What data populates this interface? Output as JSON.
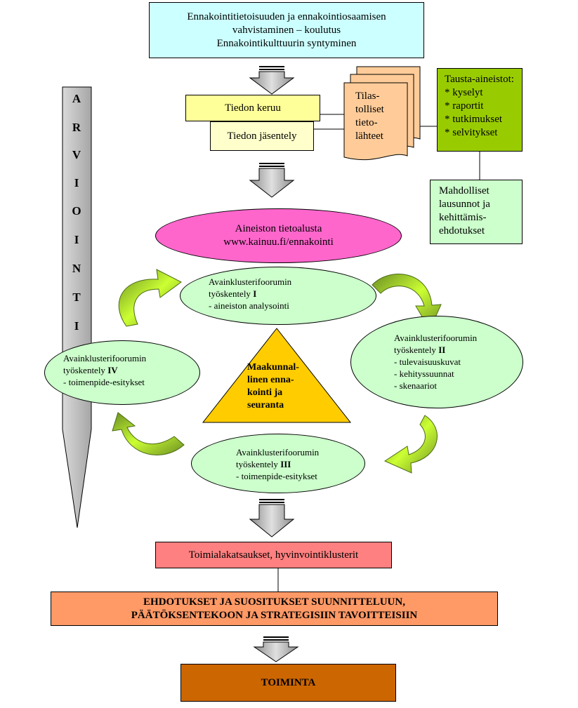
{
  "colors": {
    "top_box": "#ccffff",
    "yellow": "#ffff99",
    "light_yellow": "#ffffcc",
    "peach": "#ffcc99",
    "green": "#99cc00",
    "light_green": "#ccffcc",
    "magenta": "#ff66cc",
    "triangle": "#ffcc00",
    "pink": "#ff8080",
    "salmon": "#ff9966",
    "orange": "#cc6600",
    "grey": "#c0c0c0",
    "arrow_green": "#99cc33"
  },
  "top_box": {
    "line1": "Ennakointitietoisuuden ja ennakointiosaamisen",
    "line2": "vahvistaminen – koulutus",
    "line3": "Ennakointikulttuurin syntyminen"
  },
  "collect": {
    "label": "Tiedon keruu"
  },
  "structure": {
    "label": "Tiedon jäsentely"
  },
  "stats_doc": {
    "line1": "Tilas-",
    "line2": "tolliset",
    "line3": "tieto-",
    "line4": "lähteet"
  },
  "background": {
    "title": "Tausta-aineistot:",
    "items": [
      "* kyselyt",
      "* raportit",
      "* tutkimukset",
      "* selvitykset"
    ]
  },
  "statements": {
    "line1": "Mahdolliset",
    "line2": "lausunnot ja",
    "line3": "kehittämis-",
    "line4": "ehdotukset"
  },
  "platform": {
    "line1": "Aineiston tietoalusta",
    "line2": "www.kainuu.fi/ennakointi"
  },
  "arviointi_letters": [
    "A",
    "R",
    "V",
    "I",
    "O",
    "I",
    "N",
    "T",
    "I"
  ],
  "forum1": {
    "line1": "Avainklusterifoorumin",
    "line2": "työskentely ",
    "num": "I",
    "line3": "- aineiston analysointi"
  },
  "forum2": {
    "line1": "Avainklusterifoorumin",
    "line2": "työskentely ",
    "num": "II",
    "line3": "- tulevaisuuskuvat",
    "line4": "- kehityssuunnat",
    "line5": "- skenaariot"
  },
  "forum3": {
    "line1": "Avainklusterifoorumin",
    "line2": "työskentely ",
    "num": "III",
    "line3": "- toimenpide-esitykset"
  },
  "forum4": {
    "line1": "Avainklusterifoorumin",
    "line2": "työskentely ",
    "num": "IV",
    "line3": "- toimenpide-esitykset"
  },
  "triangle": {
    "line1": "Maakunnal-",
    "line2": "linen enna-",
    "line3": "kointi ja",
    "line4": "seuranta"
  },
  "industry": {
    "label": "Toimialakatsaukset, hyvinvointiklusterit"
  },
  "proposals": {
    "line1": "EHDOTUKSET JA SUOSITUKSET SUUNNITTELUUN,",
    "line2": "PÄÄTÖKSENTEKOON JA STRATEGISIIN TAVOITTEISIIN"
  },
  "action": {
    "label": "TOIMINTA"
  }
}
